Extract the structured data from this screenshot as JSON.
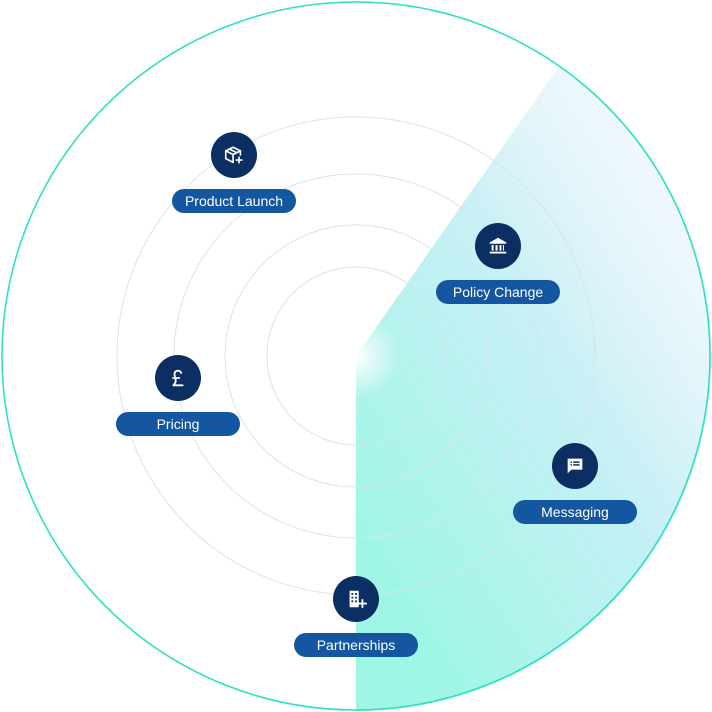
{
  "colors": {
    "outer_ring": "#2fe0c4",
    "inner_rings": "#d6e2f2",
    "icon_bg": "#0b2f63",
    "label_bg": "#1456a0",
    "label_text": "#ffffff",
    "sweep_start": "#9ff6e6",
    "sweep_end": "#dbeefa"
  },
  "nodes": [
    {
      "label": "Product Launch",
      "icon": "package-add-icon"
    },
    {
      "label": "Policy Change",
      "icon": "bank-icon"
    },
    {
      "label": "Pricing",
      "icon": "pound-icon"
    },
    {
      "label": "Messaging",
      "icon": "chat-message-icon"
    },
    {
      "label": "Partnerships",
      "icon": "building-add-icon"
    }
  ]
}
